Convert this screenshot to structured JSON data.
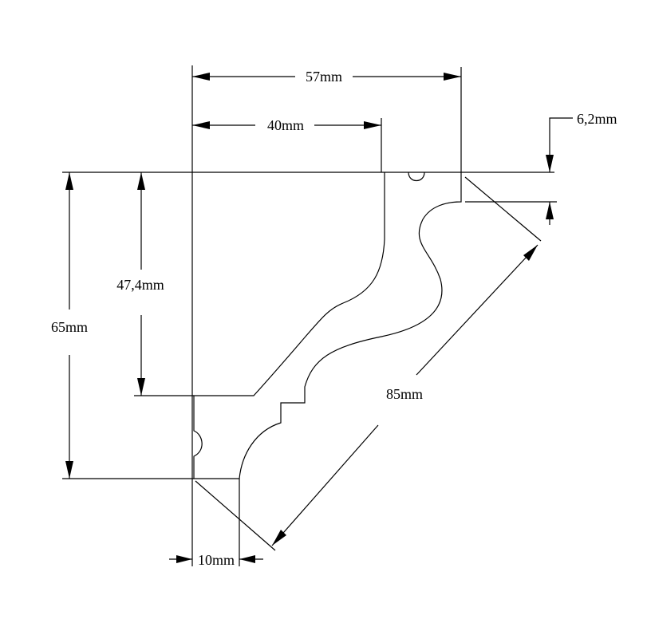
{
  "diagram": {
    "colors": {
      "ink": "#000000",
      "background": "#ffffff"
    },
    "dimensions": {
      "width_total": "57mm",
      "width_inner": "40mm",
      "top_offset": "6,2mm",
      "height_inner": "47,4mm",
      "height_total": "65mm",
      "diagonal": "85mm",
      "bottom_width": "10mm"
    }
  }
}
